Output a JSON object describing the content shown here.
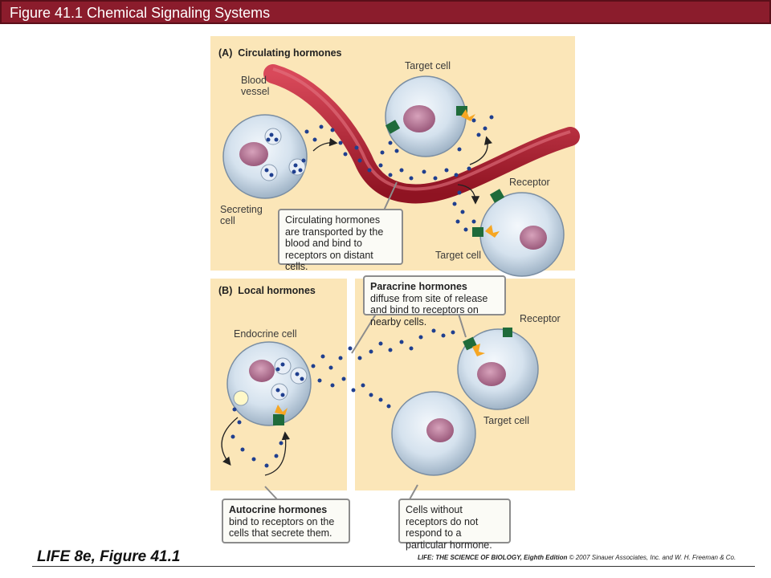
{
  "header": {
    "title": "Figure 41.1 Chemical Signaling Systems"
  },
  "panelA": {
    "heading": "(A)  Circulating hormones",
    "blood_vessel": "Blood\nvessel",
    "target_cell_top": "Target cell",
    "receptor": "Receptor",
    "secreting_cell": "Secreting\ncell",
    "target_cell_bottom": "Target cell",
    "callout": "Circulating hormones are transported by the blood and bind to receptors on distant cells."
  },
  "panelB": {
    "heading": "(B)  Local hormones",
    "endocrine_cell": "Endocrine cell",
    "receptor": "Receptor",
    "target_cell": "Target cell",
    "paracrine_bold": "Paracrine hormones",
    "paracrine_rest": " diffuse from site of release and bind to receptors on nearby cells.",
    "autocrine_bold": "Autocrine hormones",
    "autocrine_rest": " bind to receptors on the cells that secrete them.",
    "no_receptor_callout": "Cells without receptors do not respond to a particular hormone."
  },
  "footer": {
    "left": "LIFE 8e, Figure 41.1",
    "right_title": "LIFE: THE SCIENCE OF BIOLOGY, Eighth Edition",
    "right_credit": " © 2007 Sinauer Associates, Inc. and W. H. Freeman & Co."
  },
  "colors": {
    "title_bar": "#8b1c2c",
    "panel": "#fbe6b8",
    "vessel": "#b3202f",
    "hormone": "#1f3f8f",
    "receptor": "#1f6b3a"
  }
}
